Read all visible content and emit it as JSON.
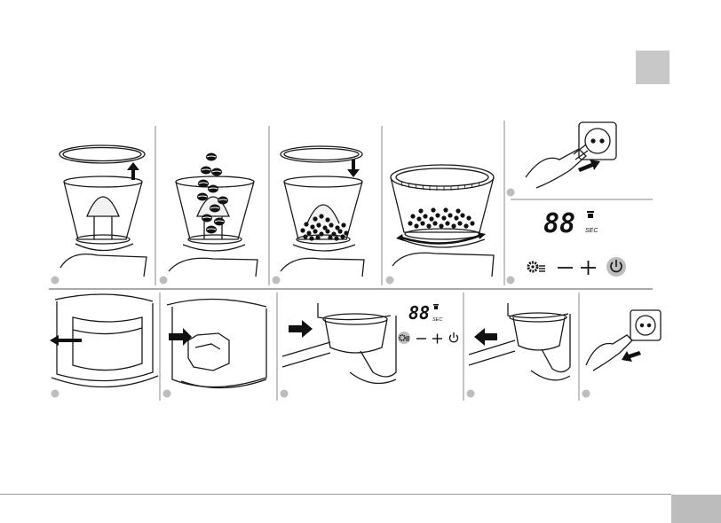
{
  "display": {
    "digits_large": "88",
    "unit_large": "SEC",
    "digits_small": "88",
    "unit_small": "SEC"
  },
  "controls": {
    "minus": "−",
    "plus": "+"
  },
  "icons": [
    "lid-remove-icon",
    "add-beans-icon",
    "lid-close-icon",
    "grind-adjust-icon",
    "plug-in-icon",
    "gear-menu-icon",
    "power-icon",
    "unplug-icon"
  ],
  "colors": {
    "tab": "#c8c8c8",
    "line": "#1a1a1a",
    "step_marker": "#bdbdbd"
  }
}
